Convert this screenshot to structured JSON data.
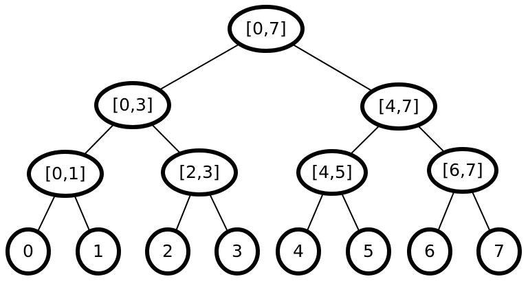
{
  "tree": {
    "nodes": [
      {
        "id": "n07",
        "label": "[0,7]"
      },
      {
        "id": "n03",
        "label": "[0,3]"
      },
      {
        "id": "n47",
        "label": "[4,7]"
      },
      {
        "id": "n01",
        "label": "[0,1]"
      },
      {
        "id": "n23",
        "label": "[2,3]"
      },
      {
        "id": "n45",
        "label": "[4,5]"
      },
      {
        "id": "n67",
        "label": "[6,7]"
      },
      {
        "id": "l0",
        "label": "0"
      },
      {
        "id": "l1",
        "label": "1"
      },
      {
        "id": "l2",
        "label": "2"
      },
      {
        "id": "l3",
        "label": "3"
      },
      {
        "id": "l4",
        "label": "4"
      },
      {
        "id": "l5",
        "label": "5"
      },
      {
        "id": "l6",
        "label": "6"
      },
      {
        "id": "l7",
        "label": "7"
      }
    ],
    "edges": [
      [
        "n07",
        "n03"
      ],
      [
        "n07",
        "n47"
      ],
      [
        "n03",
        "n01"
      ],
      [
        "n03",
        "n23"
      ],
      [
        "n47",
        "n45"
      ],
      [
        "n47",
        "n67"
      ],
      [
        "n01",
        "l0"
      ],
      [
        "n01",
        "l1"
      ],
      [
        "n23",
        "l2"
      ],
      [
        "n23",
        "l3"
      ],
      [
        "n45",
        "l4"
      ],
      [
        "n45",
        "l5"
      ],
      [
        "n67",
        "l6"
      ],
      [
        "n67",
        "l7"
      ]
    ]
  }
}
